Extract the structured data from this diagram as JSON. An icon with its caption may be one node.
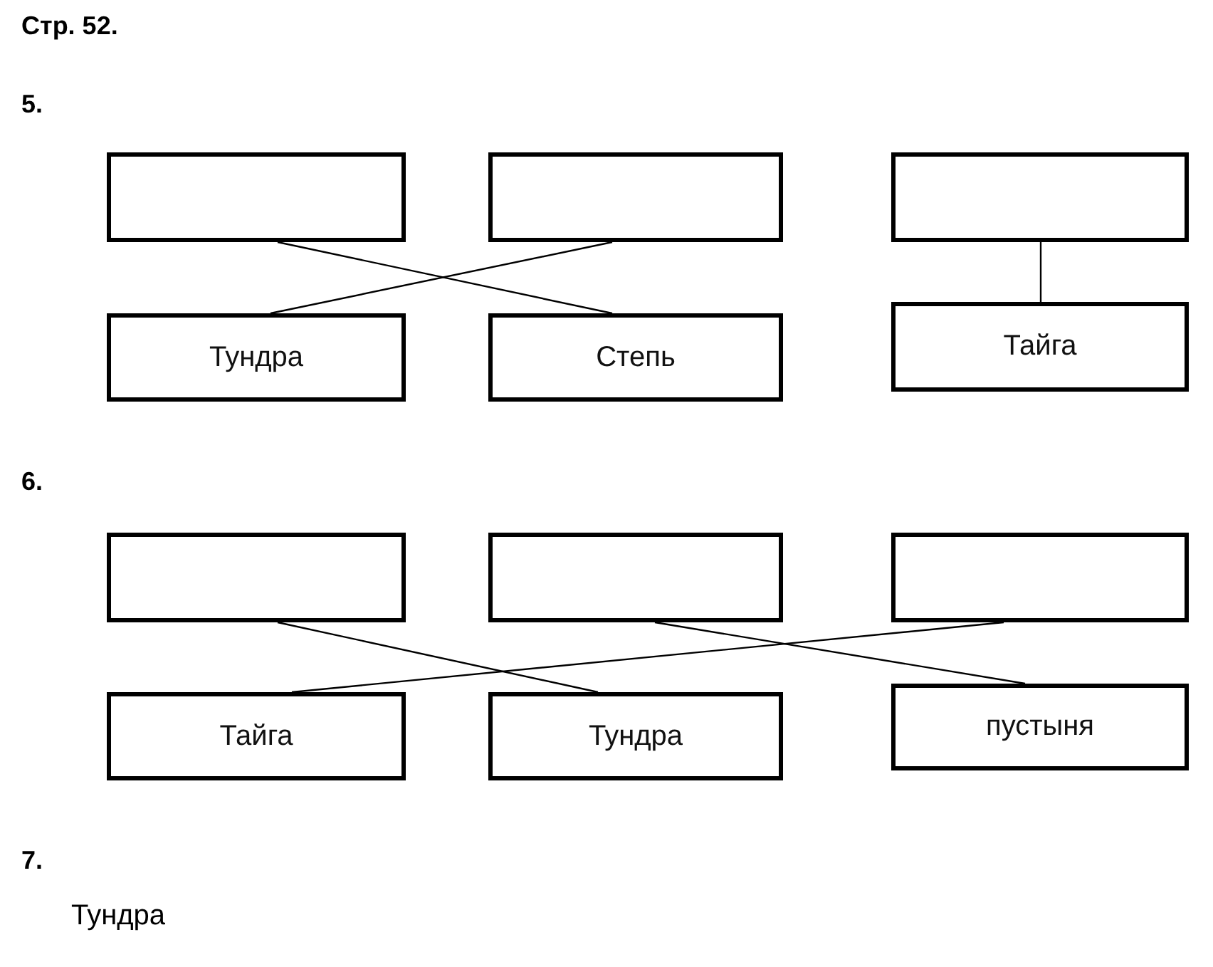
{
  "diagram": {
    "nodes": [
      {
        "text": [],
        "shape": "box"
      },
      {
        "text": [],
        "shape": "box"
      },
      {
        "text": [],
        "shape": "box"
      },
      {
        "text": [
          "Тундра"
        ]
      },
      {
        "text": [
          "Степь"
        ]
      },
      {
        "text": [
          "Тайга"
        ]
      },
      {
        "text": [],
        "shape": "box"
      },
      {
        "text": [],
        "shape": "box"
      },
      {
        "text": [],
        "shape": "box"
      },
      {
        "text": [
          "Тайга"
        ]
      },
      {
        "text": [
          "Тундра"
        ]
      },
      {
        "text": [
          "пустыня"
        ]
      }
    ],
    "edges": [
      {
        "from": 0,
        "to": 4,
        "arrow": "none"
      },
      {
        "from": 1,
        "to": 3,
        "arrow": "none"
      },
      {
        "from": 2,
        "to": 5,
        "arrow": "none"
      },
      {
        "from": 6,
        "to": 10,
        "arrow": "none"
      },
      {
        "from": 7,
        "to": 11,
        "arrow": "none"
      },
      {
        "from": 8,
        "to": 9,
        "arrow": "none"
      }
    ],
    "labels": [
      "Стр. 52.",
      "5.",
      "6.",
      "7.",
      "Тундра"
    ]
  }
}
